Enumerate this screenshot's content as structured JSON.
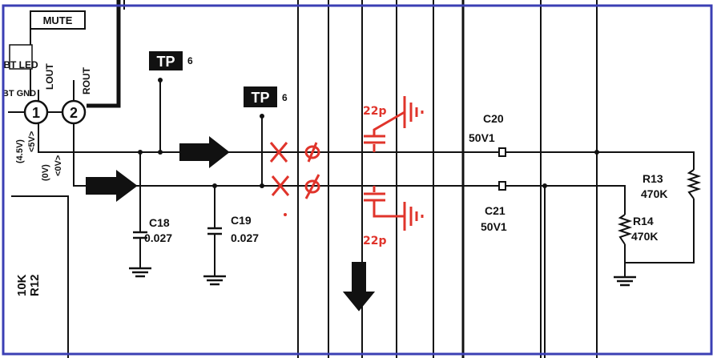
{
  "labels": {
    "mute": "MUTE",
    "bt_led": "BT LED",
    "bt_gnd": "BT GND",
    "lout": "LOUT",
    "rout": "ROUT",
    "pin1": "1",
    "pin2": "2",
    "v45": "(4.5V)",
    "v5": "<5V>",
    "v0": "(0V)",
    "v0b": "<0V>",
    "tp": "TP",
    "tp1_num": "6",
    "tp2_num": "6",
    "c18_name": "C18",
    "c18_val": "0.027",
    "c19_name": "C19",
    "c19_val": "0.027",
    "c20_name": "C20",
    "c20_val": "50V1",
    "c21_name": "C21",
    "c21_val": "50V1",
    "r13_name": "R13",
    "r13_val": "470K",
    "r14_name": "R14",
    "r14_val": "470K",
    "r12_val": "10K",
    "r12_name": "R12",
    "cap_top": "22p",
    "cap_bottom": "22p"
  },
  "colors": {
    "ink": "#111111",
    "annotation": "#e0342b",
    "frame": "#3b3fb4"
  }
}
